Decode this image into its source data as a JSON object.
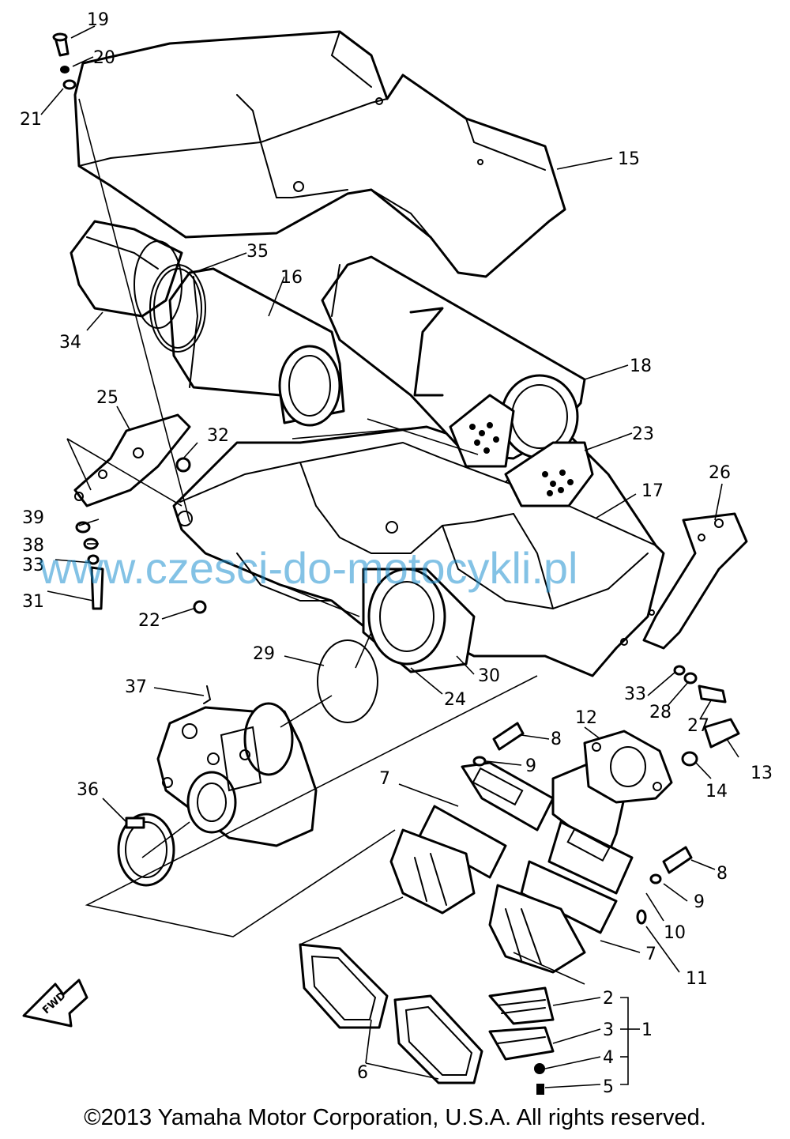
{
  "callouts": {
    "c1": "1",
    "c2": "2",
    "c3": "3",
    "c4": "4",
    "c5": "5",
    "c6": "6",
    "c7a": "7",
    "c7b": "7",
    "c8a": "8",
    "c8b": "8",
    "c9a": "9",
    "c9b": "9",
    "c10": "10",
    "c11": "11",
    "c12": "12",
    "c13": "13",
    "c14": "14",
    "c15": "15",
    "c16": "16",
    "c17": "17",
    "c18": "18",
    "c19": "19",
    "c20": "20",
    "c21": "21",
    "c22": "22",
    "c23": "23",
    "c24": "24",
    "c25": "25",
    "c26": "26",
    "c27": "27",
    "c28": "28",
    "c29": "29",
    "c30": "30",
    "c31": "31",
    "c32": "32",
    "c33a": "33",
    "c33b": "33",
    "c34": "34",
    "c35": "35",
    "c36": "36",
    "c37": "37",
    "c38": "38",
    "c39": "39"
  },
  "fwd_label": "FWD",
  "watermark": "www.czesci-do-motocykli.pl",
  "copyright": "©2013 Yamaha Motor Corporation, U.S.A. All rights reserved.",
  "colors": {
    "line": "#000000",
    "background": "#ffffff",
    "watermark": "#1e8fd0"
  }
}
